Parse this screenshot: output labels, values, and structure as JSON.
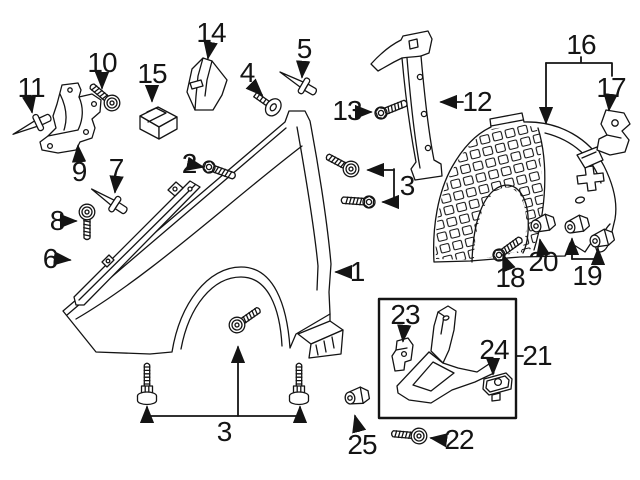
{
  "diagram": {
    "type": "exploded-parts-diagram",
    "background_color": "#ffffff",
    "line_color": "#141414",
    "callouts": {
      "c1": "1",
      "c2": "2",
      "c3a": "3",
      "c3b": "3",
      "c4": "4",
      "c5": "5",
      "c6": "6",
      "c7": "7",
      "c8": "8",
      "c9": "9",
      "c10": "10",
      "c11": "11",
      "c12": "12",
      "c13": "13",
      "c14": "14",
      "c15": "15",
      "c16": "16",
      "c17": "17",
      "c18": "18",
      "c19": "19",
      "c20": "20",
      "c21": "21",
      "c22": "22",
      "c23": "23",
      "c24": "24",
      "c25": "25"
    }
  }
}
